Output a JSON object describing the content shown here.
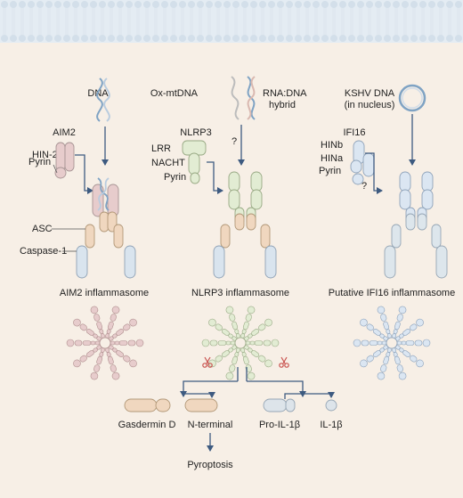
{
  "labels": {
    "dna": "DNA",
    "aim2": "AIM2",
    "hin200": "HIN-200",
    "pyrin": "Pyrin",
    "asc": "ASC",
    "caspase1": "Caspase-1",
    "aim2_inflammasome": "AIM2 inflammasome",
    "ox_mtdna": "Ox-mtDNA",
    "rna_dna_1": "RNA:DNA",
    "rna_dna_2": "hybrid",
    "question": "?",
    "nlrp3": "NLRP3",
    "lrr": "LRR",
    "nacht": "NACHT",
    "nlrp3_inflammasome": "NLRP3 inflammasome",
    "kshv_1": "KSHV DNA",
    "kshv_2": "(in nucleus)",
    "ifi16": "IFI16",
    "hinb": "HINb",
    "hina": "HINa",
    "ifi16_inflammasome": "Putative IFI16 inflammasome",
    "gasdermin_d": "Gasdermin D",
    "n_terminal": "N-terminal",
    "pyroptosis": "Pyroptosis",
    "pro_il1b": "Pro-IL-1β",
    "il1b": "IL-1β"
  },
  "icons": [
    "scissors-icon",
    "dna-helix-icon",
    "circular-dna-icon"
  ],
  "colors": {
    "background": "#f7efe6",
    "membrane": "#dde7f0",
    "aim2": "#e7cccc",
    "asc": "#f0d7bf",
    "caspase": "#d9e4ee",
    "nlrp3": "#e2ecd3",
    "ifi16": "#dbe6f2",
    "arrow": "#3d5a80"
  }
}
